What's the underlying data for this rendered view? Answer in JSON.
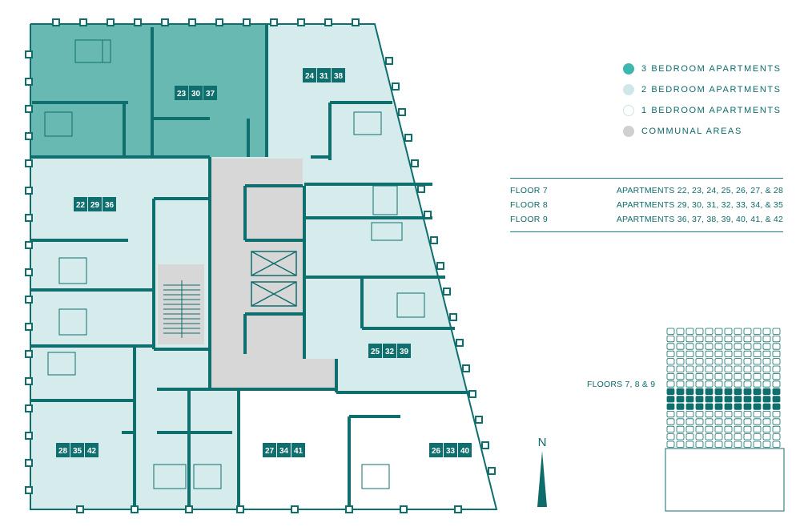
{
  "colors": {
    "three_bed": "#69b9b3",
    "two_bed": "#d6ecec",
    "one_bed": "#ffffff",
    "communal": "#d7d7d7",
    "wall": "#0f6e6e",
    "text": "#0d6b6b"
  },
  "legend": [
    {
      "label": "3 BEDROOM APARTMENTS",
      "swatch": "#3fb6b0",
      "border": "#3fb6b0"
    },
    {
      "label": "2 BEDROOM APARTMENTS",
      "swatch": "#cfe8e7",
      "border": "#cfe8e7"
    },
    {
      "label": "1 BEDROOM APARTMENTS",
      "swatch": "#ffffff",
      "border": "#cfe3e3"
    },
    {
      "label": "COMMUNAL AREAS",
      "swatch": "#d0d0d0",
      "border": "#d0d0d0"
    }
  ],
  "floors": [
    {
      "name": "FLOOR 7",
      "apartments": "APARTMENTS 22, 23, 24, 25, 26, 27, & 28"
    },
    {
      "name": "FLOOR 8",
      "apartments": "APARTMENTS 29, 30, 31, 32, 33, 34, & 35"
    },
    {
      "name": "FLOOR 9",
      "apartments": "APARTMENTS 36, 37, 38, 39, 40, 41, & 42"
    }
  ],
  "apartment_labels": [
    {
      "numbers": [
        "23",
        "30",
        "37"
      ]
    },
    {
      "numbers": [
        "24",
        "31",
        "38"
      ]
    },
    {
      "numbers": [
        "22",
        "29",
        "36"
      ]
    },
    {
      "numbers": [
        "25",
        "32",
        "39"
      ]
    },
    {
      "numbers": [
        "28",
        "35",
        "42"
      ]
    },
    {
      "numbers": [
        "27",
        "34",
        "41"
      ]
    },
    {
      "numbers": [
        "26",
        "33",
        "40"
      ]
    }
  ],
  "north_label": "N",
  "floors_highlight_label": "FLOORS 7, 8 & 9",
  "building_elevation": {
    "total_rows": 16,
    "highlighted_rows": [
      8,
      9,
      10
    ],
    "columns": 12
  }
}
